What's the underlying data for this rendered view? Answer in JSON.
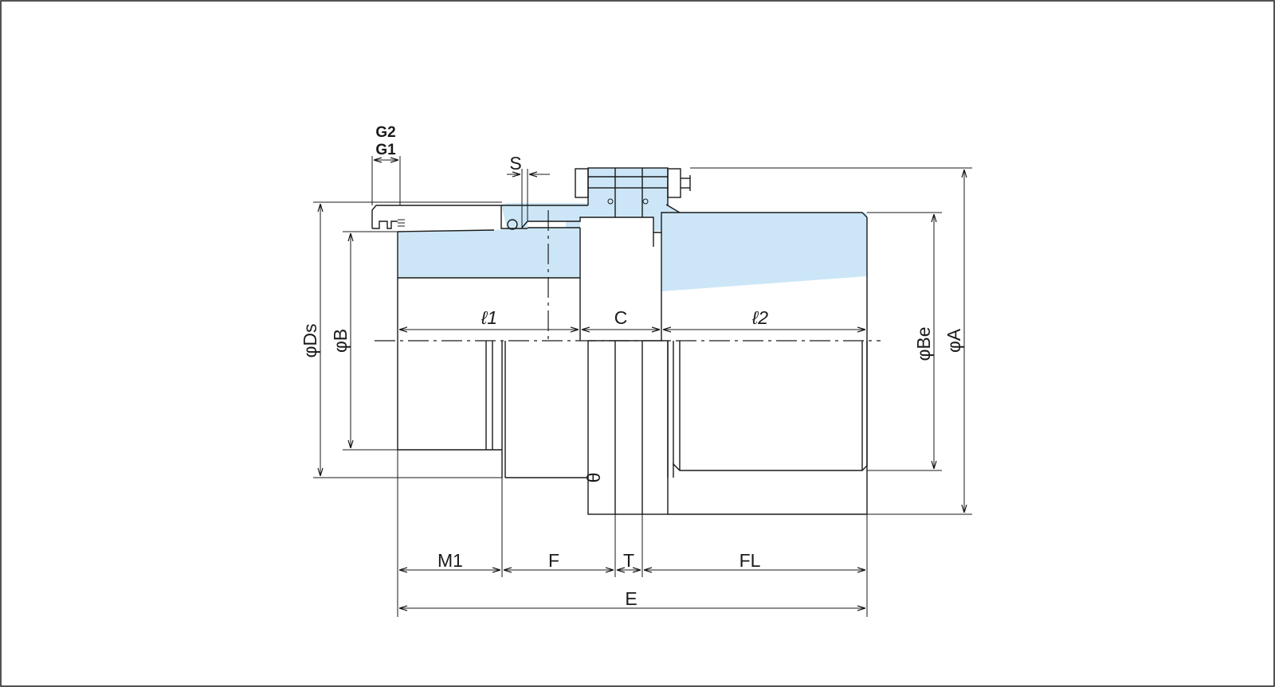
{
  "colors": {
    "hub_fill": "#cce6f7",
    "line": "#1a1a1a",
    "background": "#ffffff"
  },
  "labels": {
    "g2": "G2",
    "g1": "G1",
    "s": "S",
    "l1": "ℓ1",
    "c": "C",
    "l2": "ℓ2",
    "phi_ds": "φDs",
    "phi_b": "φB",
    "phi_be": "φBe",
    "phi_a": "φA",
    "theta": "θ",
    "m1": "M1",
    "f": "F",
    "t": "T",
    "fl": "FL",
    "e": "E"
  }
}
